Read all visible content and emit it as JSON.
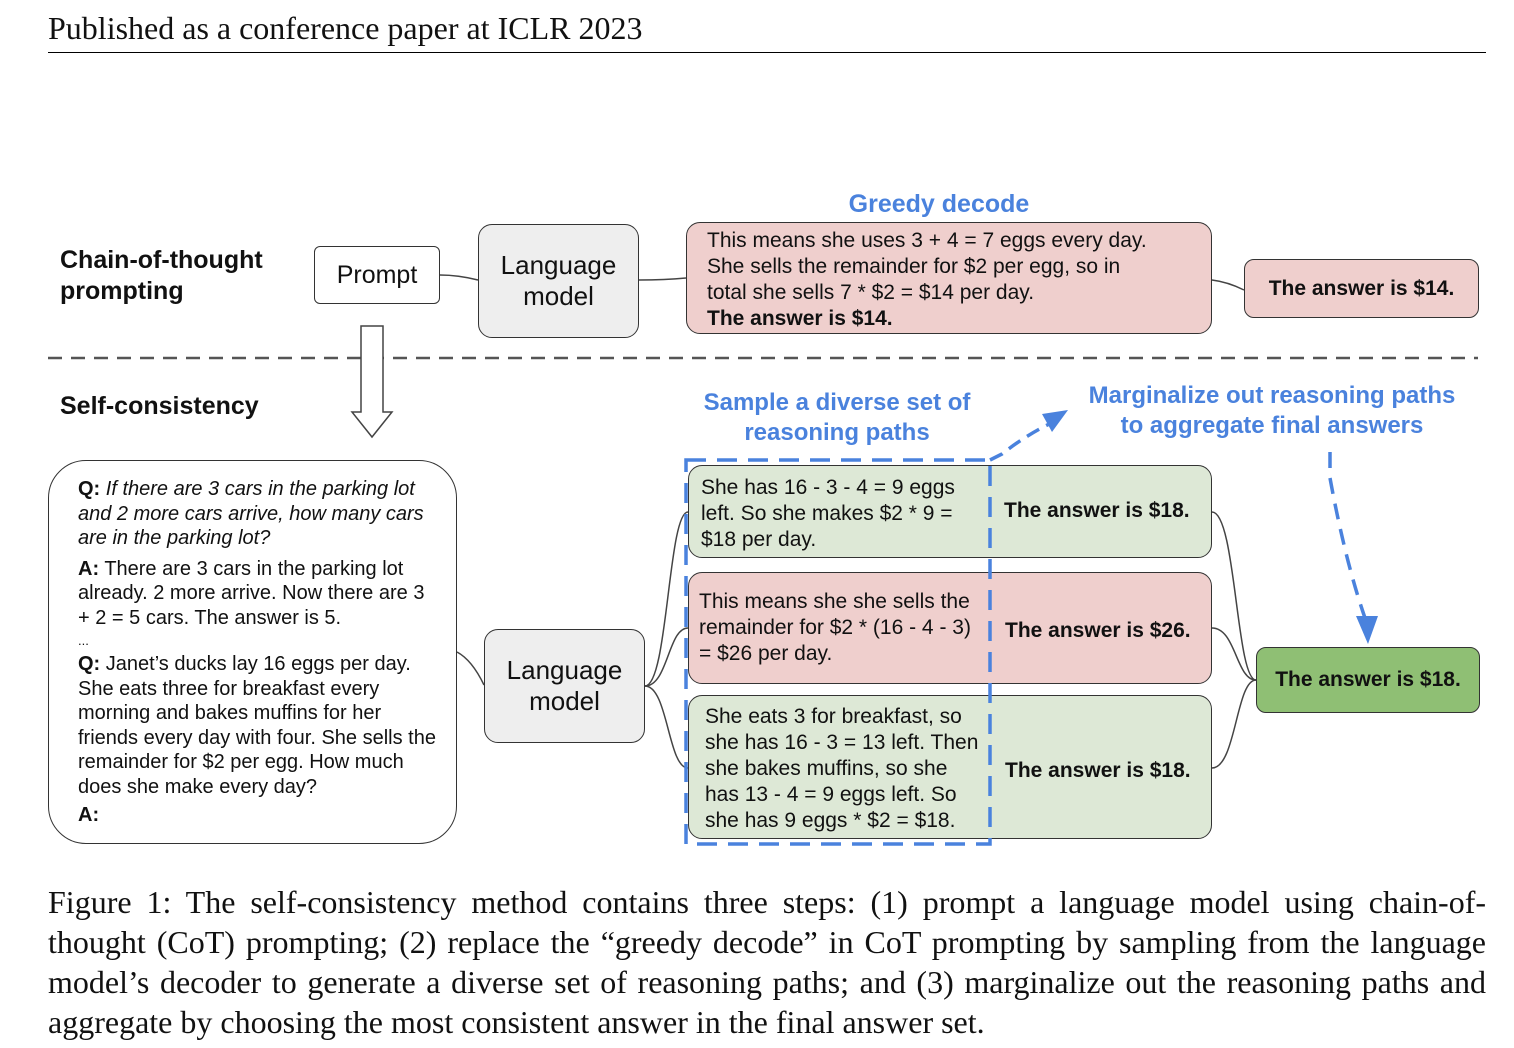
{
  "header": "Published as a conference paper at ICLR 2023",
  "cot": {
    "section_label_1": "Chain-of-thought",
    "section_label_2": "prompting",
    "prompt_box": "Prompt",
    "lm_box_line1": "Language",
    "lm_box_line2": "model",
    "greedy_title": "Greedy decode",
    "greedy_text_1": "This means she uses 3 + 4 = 7 eggs every day.",
    "greedy_text_2": "She sells the remainder for $2 per egg, so in",
    "greedy_text_3": "total she sells 7 * $2 = $14 per day.",
    "greedy_answer": "The answer is $14.",
    "final_answer": "The answer is $14."
  },
  "sc": {
    "section_label": "Self-consistency",
    "prompt_q1_label": "Q:",
    "prompt_q1": "If there are 3 cars in the parking lot and 2 more cars arrive, how many cars are in the parking lot?",
    "prompt_a1_label": "A:",
    "prompt_a1": "There are 3 cars in the parking lot already. 2 more arrive. Now there are 3 + 2 = 5 cars. The answer is 5.",
    "prompt_ellipsis": "...",
    "prompt_q2_label": "Q:",
    "prompt_q2": "Janet’s ducks lay 16 eggs per day. She eats three for breakfast every morning and bakes muffins for her friends every day with four. She sells the remainder for $2 per egg. How much does she make every day?",
    "prompt_a2_label": "A:",
    "lm_box_line1": "Language",
    "lm_box_line2": "model",
    "sample_title_1": "Sample a diverse set of",
    "sample_title_2": "reasoning paths",
    "marginalize_title_1": "Marginalize out reasoning paths",
    "marginalize_title_2": "to aggregate final answers",
    "paths": [
      {
        "line1": "She has 16 - 3 - 4 = 9 eggs",
        "line2": "left. So she makes $2 * 9 =",
        "line3": "$18 per day.",
        "answer": "The answer is $18."
      },
      {
        "line1": "This means she she sells the",
        "line2": "remainder for $2 * (16 - 4 - 3)",
        "line3": "= $26 per day.",
        "answer": "The answer is $26."
      },
      {
        "line1": "She eats 3 for breakfast, so",
        "line2": "she has 16 - 3 = 13 left. Then",
        "line3": "she bakes muffins, so she",
        "line4": "has 13 - 4 = 9 eggs left. So",
        "line5": "she has 9 eggs * $2 = $18.",
        "answer": "The answer is $18."
      }
    ],
    "final_answer": "The answer is $18."
  },
  "caption": "Figure 1: The self-consistency method contains three steps: (1) prompt a language model using chain-of-thought (CoT) prompting; (2) replace the “greedy decode” in CoT prompting by sampling from the language model’s decoder to generate a diverse set of reasoning paths; and (3) marginalize out the reasoning paths and aggregate by choosing the most consistent answer in the final answer set.",
  "colors": {
    "green": "#dde8d6",
    "red": "#efcfcd",
    "gray": "#eeeeee",
    "final_green": "#8fbf74",
    "blue": "#4a82dd"
  }
}
